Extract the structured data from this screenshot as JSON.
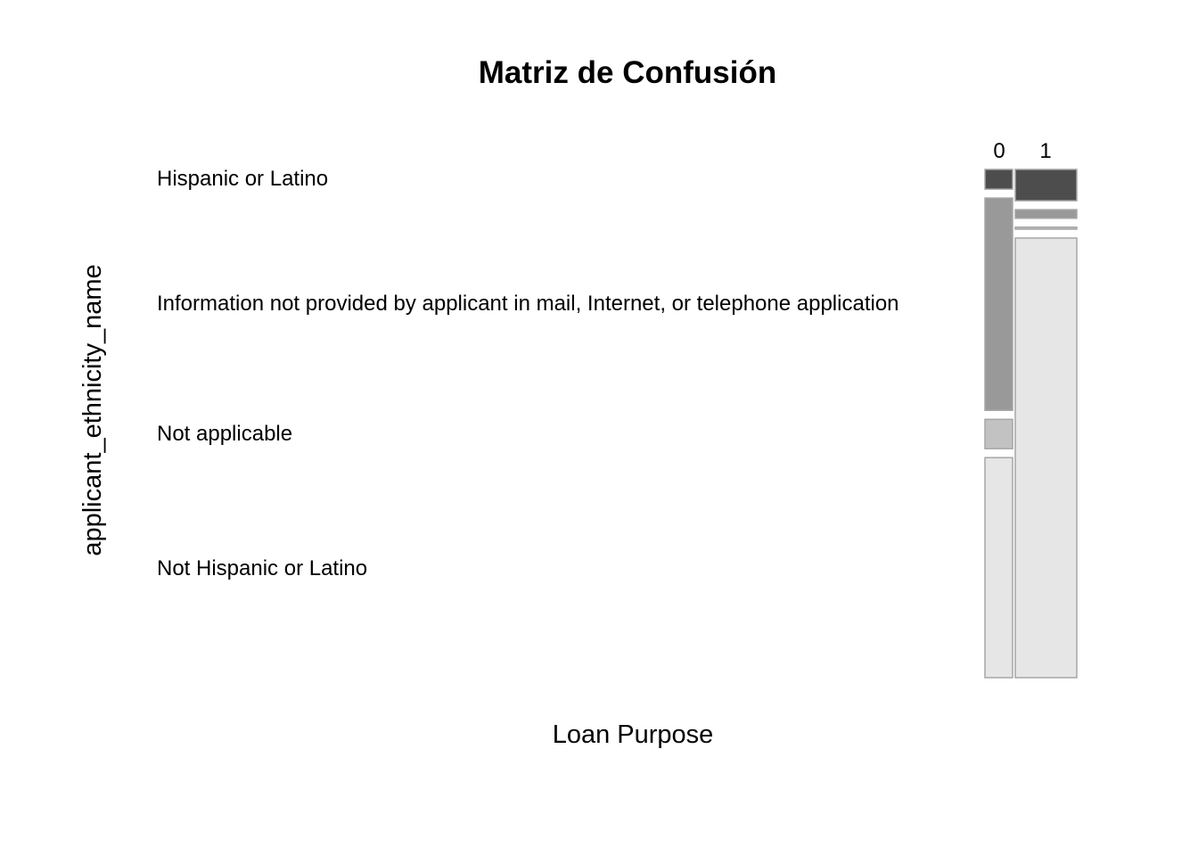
{
  "chart_data": {
    "type": "mosaic",
    "title": "Matriz de Confusión",
    "xlabel": "Loan Purpose",
    "ylabel": "applicant_ethnicity_name",
    "columns": [
      "0",
      "1"
    ],
    "column_widths": [
      0.31,
      0.69
    ],
    "rows": [
      "Hispanic or Latino",
      "Information not provided by applicant in mail, Internet, or telephone application",
      "Not applicable",
      "Not Hispanic or Latino"
    ],
    "proportions_within_column": {
      "0": [
        0.041,
        0.441,
        0.061,
        0.457
      ],
      "1": [
        0.065,
        0.018,
        0.004,
        0.913
      ]
    },
    "row_colors": [
      "#4d4d4d",
      "#999999",
      "#c2c2c2",
      "#e6e6e6"
    ],
    "border_color": "#a6a6a6"
  }
}
